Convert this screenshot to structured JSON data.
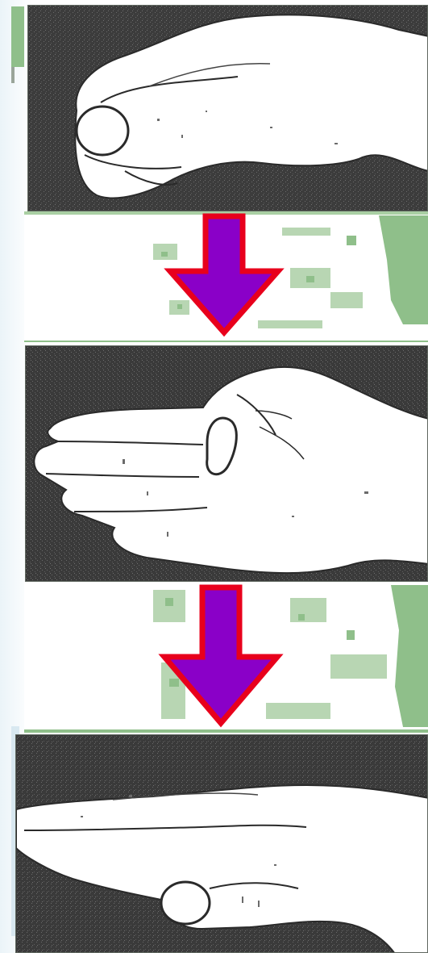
{
  "diagram": {
    "steps": [
      {
        "id": "step-1",
        "subject": "hand-fist-thumb-tucked"
      },
      {
        "id": "step-2",
        "subject": "hand-open-palm-thumb-folded"
      },
      {
        "id": "step-3",
        "subject": "hand-flat-fingers-together"
      }
    ],
    "arrows": [
      {
        "from": "step-1",
        "to": "step-2",
        "direction": "down"
      },
      {
        "from": "step-2",
        "to": "step-3",
        "direction": "down"
      }
    ]
  },
  "colors": {
    "panel_background": "#3a3a3a",
    "panel_speckle": "#5c5c5c",
    "hand_fill": "#ffffff",
    "hand_outline": "#2a2a2a",
    "gap_green": "#8fbf8a",
    "gap_speckle": "#b8d6b3",
    "arrow_fill": "#8a00c8",
    "arrow_outline": "#e8001c",
    "left_stripe_green": "#8fbf8a"
  }
}
